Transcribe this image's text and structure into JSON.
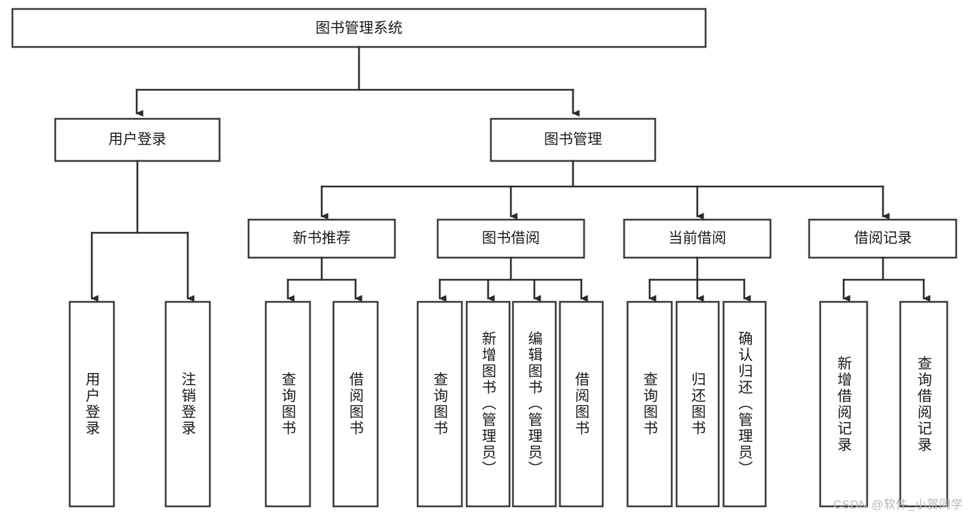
{
  "diagram": {
    "title": "图书管理系统",
    "type": "hierarchy-tree",
    "watermark": "CSDN @软件_小贺同学",
    "colors": {
      "box_stroke": "#3a3a3a",
      "connector": "#2b2b2b",
      "box_fill": "#ffffff",
      "text": "#1a1a1a",
      "watermark": "#b9b9b9",
      "background": "#ffffff"
    },
    "root": {
      "id": "root",
      "label": "图书管理系统",
      "orientation": "horizontal"
    },
    "level2": [
      {
        "id": "user-login",
        "label": "用户登录",
        "orientation": "horizontal"
      },
      {
        "id": "book-management",
        "label": "图书管理",
        "orientation": "horizontal"
      }
    ],
    "level3": [
      {
        "id": "new-book-recommend",
        "label": "新书推荐",
        "orientation": "horizontal",
        "parent": "book-management"
      },
      {
        "id": "book-borrow",
        "label": "图书借阅",
        "orientation": "horizontal",
        "parent": "book-management"
      },
      {
        "id": "current-borrow",
        "label": "当前借阅",
        "orientation": "horizontal",
        "parent": "book-management"
      },
      {
        "id": "borrow-record",
        "label": "借阅记录",
        "orientation": "horizontal",
        "parent": "book-management"
      }
    ],
    "leaves": [
      {
        "id": "leaf-user-login",
        "label": "用户登录",
        "orientation": "vertical",
        "parent": "user-login"
      },
      {
        "id": "leaf-user-logout",
        "label": "注销登录",
        "orientation": "vertical",
        "parent": "user-login"
      },
      {
        "id": "leaf-query-book-1",
        "label": "查询图书",
        "orientation": "vertical",
        "parent": "new-book-recommend"
      },
      {
        "id": "leaf-borrow-book-1",
        "label": "借阅图书",
        "orientation": "vertical",
        "parent": "new-book-recommend"
      },
      {
        "id": "leaf-query-book-2",
        "label": "查询图书",
        "orientation": "vertical",
        "parent": "book-borrow"
      },
      {
        "id": "leaf-add-book-admin",
        "label": "新增图书（管理员）",
        "orientation": "vertical",
        "parent": "book-borrow"
      },
      {
        "id": "leaf-edit-book-admin",
        "label": "编辑图书（管理员）",
        "orientation": "vertical",
        "parent": "book-borrow"
      },
      {
        "id": "leaf-borrow-book-2",
        "label": "借阅图书",
        "orientation": "vertical",
        "parent": "book-borrow"
      },
      {
        "id": "leaf-query-book-3",
        "label": "查询图书",
        "orientation": "vertical",
        "parent": "current-borrow"
      },
      {
        "id": "leaf-return-book",
        "label": "归还图书",
        "orientation": "vertical",
        "parent": "current-borrow"
      },
      {
        "id": "leaf-confirm-return-admin",
        "label": "确认归还（管理员）",
        "orientation": "vertical",
        "parent": "current-borrow"
      },
      {
        "id": "leaf-add-borrow-record",
        "label": "新增借阅记录",
        "orientation": "vertical",
        "parent": "borrow-record"
      },
      {
        "id": "leaf-query-borrow-record",
        "label": "查询借阅记录",
        "orientation": "vertical",
        "parent": "borrow-record"
      }
    ]
  }
}
